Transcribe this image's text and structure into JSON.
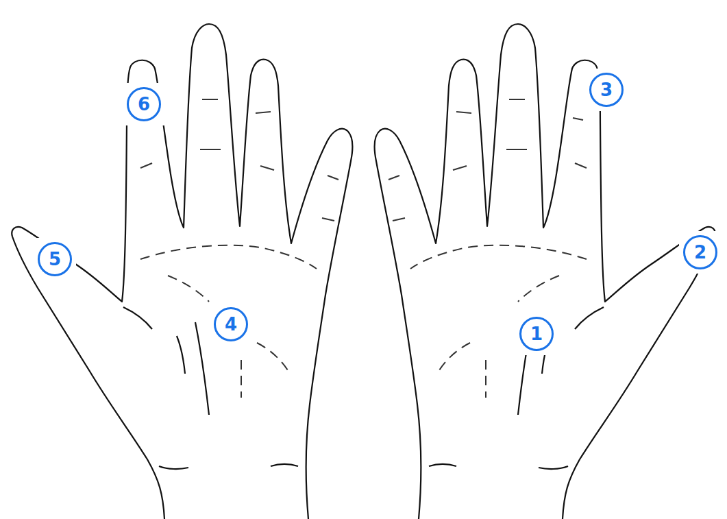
{
  "diagram": {
    "labels": [
      "6",
      "3",
      "5",
      "2",
      "4",
      "1"
    ]
  }
}
